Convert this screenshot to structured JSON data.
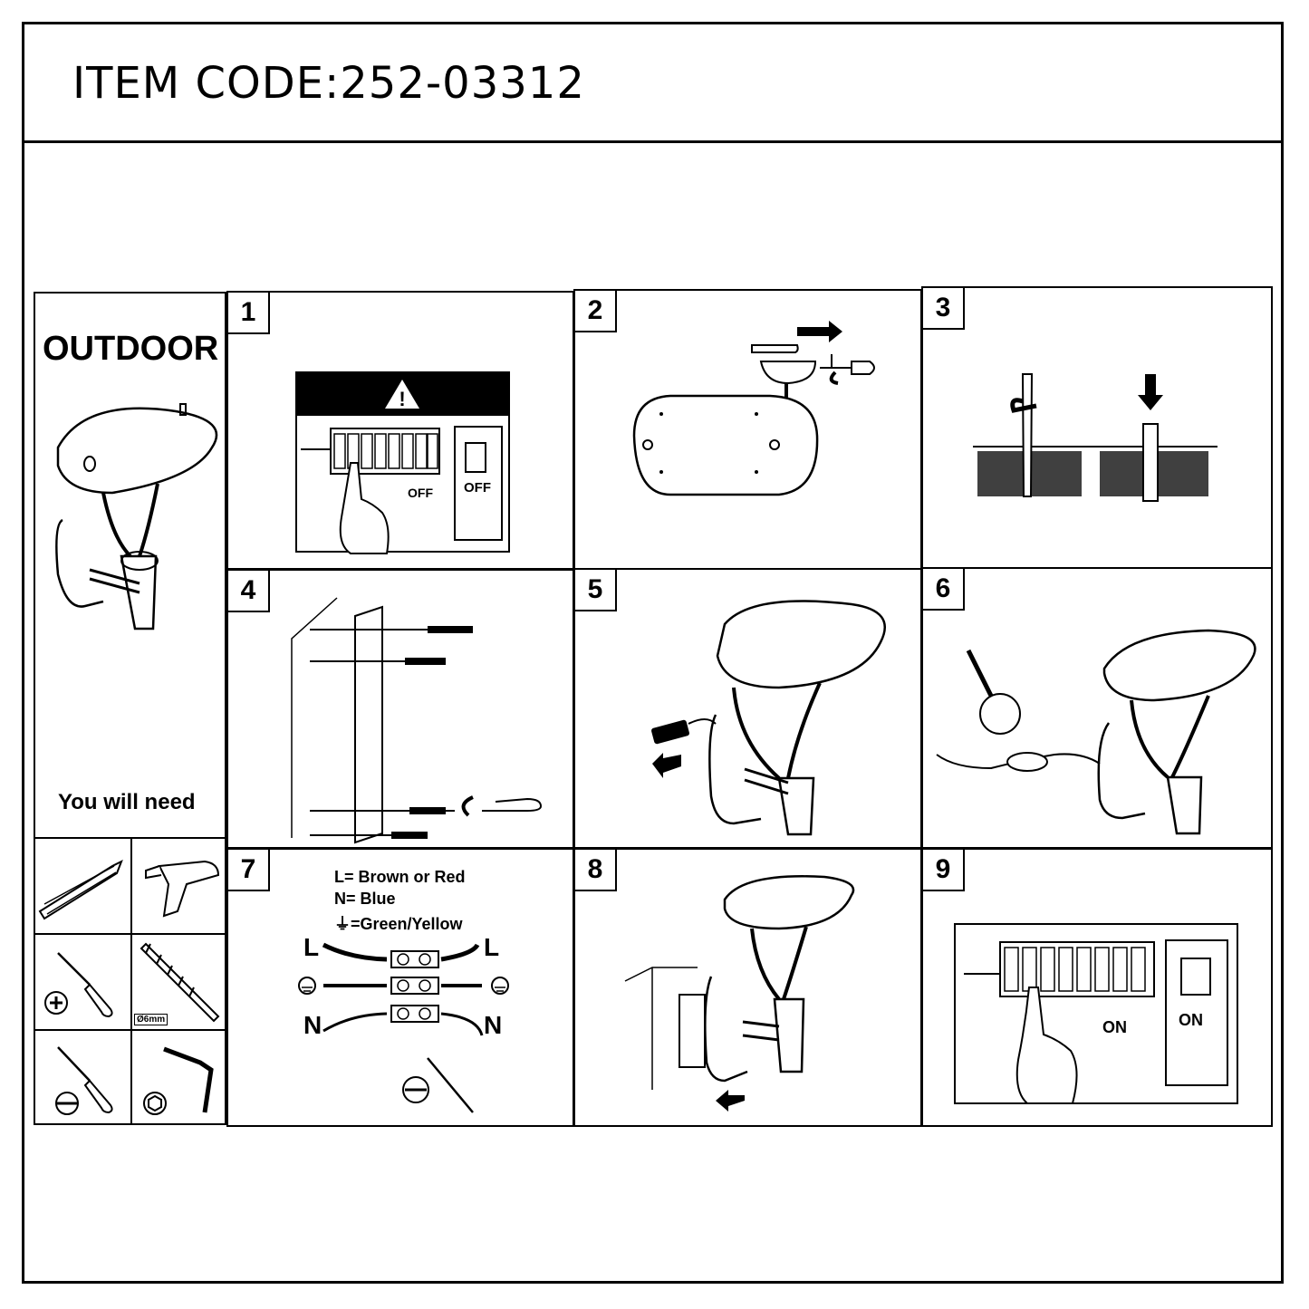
{
  "header": {
    "item_code": "ITEM CODE:252-03312"
  },
  "sidebar": {
    "title": "OUTDOOR",
    "you_will_need": "You will need",
    "tools": [
      {
        "icon": "pencil-icon"
      },
      {
        "icon": "power-drill-icon"
      },
      {
        "icon": "phillips-screwdriver-icon"
      },
      {
        "icon": "drill-bit-icon",
        "label": "Ø6mm"
      },
      {
        "icon": "flathead-screwdriver-icon"
      },
      {
        "icon": "hex-key-icon"
      }
    ]
  },
  "steps": [
    {
      "number": "1",
      "labels": {
        "off_breaker": "OFF",
        "off_switch": "OFF"
      }
    },
    {
      "number": "2"
    },
    {
      "number": "3"
    },
    {
      "number": "4"
    },
    {
      "number": "5"
    },
    {
      "number": "6"
    },
    {
      "number": "7",
      "wiring": {
        "legend_l": "L= Brown or Red",
        "legend_n": "N= Blue",
        "legend_e": "⏚=Green/Yellow",
        "l_left": "L",
        "l_right": "L",
        "n_left": "N",
        "n_right": "N"
      }
    },
    {
      "number": "8"
    },
    {
      "number": "9",
      "labels": {
        "on_breaker": "ON",
        "on_switch": "ON"
      }
    }
  ]
}
